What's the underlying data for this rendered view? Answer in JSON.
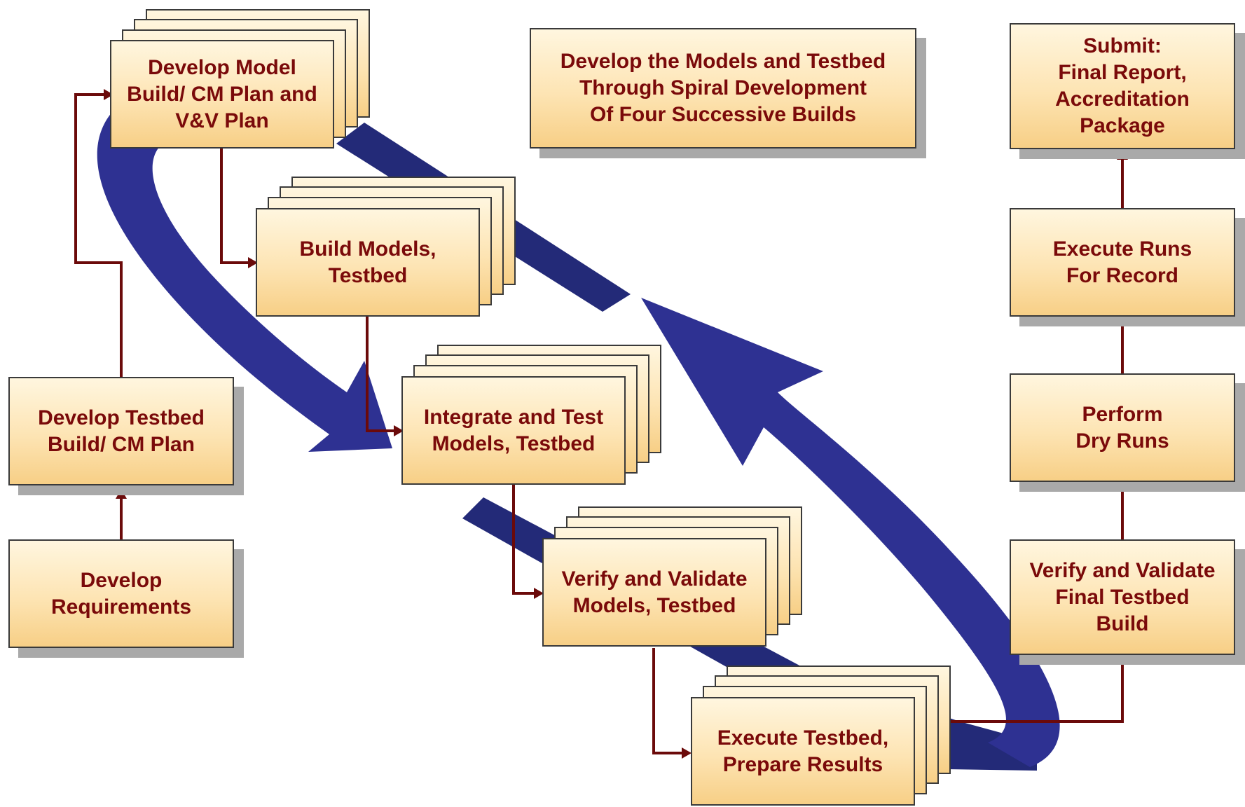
{
  "title": "Develop the Models and Testbed\nThrough Spiral Development\nOf Four Successive Builds",
  "colors": {
    "spiral": "#2e3192",
    "spiral_dark": "#1f2470",
    "connector": "#6b0a0a",
    "box_text": "#7a0a0a"
  },
  "nodes": {
    "develop_requirements": "Develop\nRequirements",
    "develop_testbed_plan": "Develop Testbed\nBuild/ CM Plan",
    "develop_model_plan": "Develop Model\nBuild/ CM Plan and\nV&V Plan",
    "build_models": "Build Models,\nTestbed",
    "integrate_test": "Integrate and Test\nModels, Testbed",
    "verify_validate": "Verify and Validate\nModels, Testbed",
    "execute_testbed": "Execute Testbed,\nPrepare Results",
    "verify_final": "Verify and  Validate\nFinal Testbed\nBuild",
    "dry_runs": "Perform\nDry Runs",
    "runs_for_record": "Execute Runs\nFor Record",
    "submit": "Submit:\nFinal Report,\nAccreditation\nPackage"
  }
}
